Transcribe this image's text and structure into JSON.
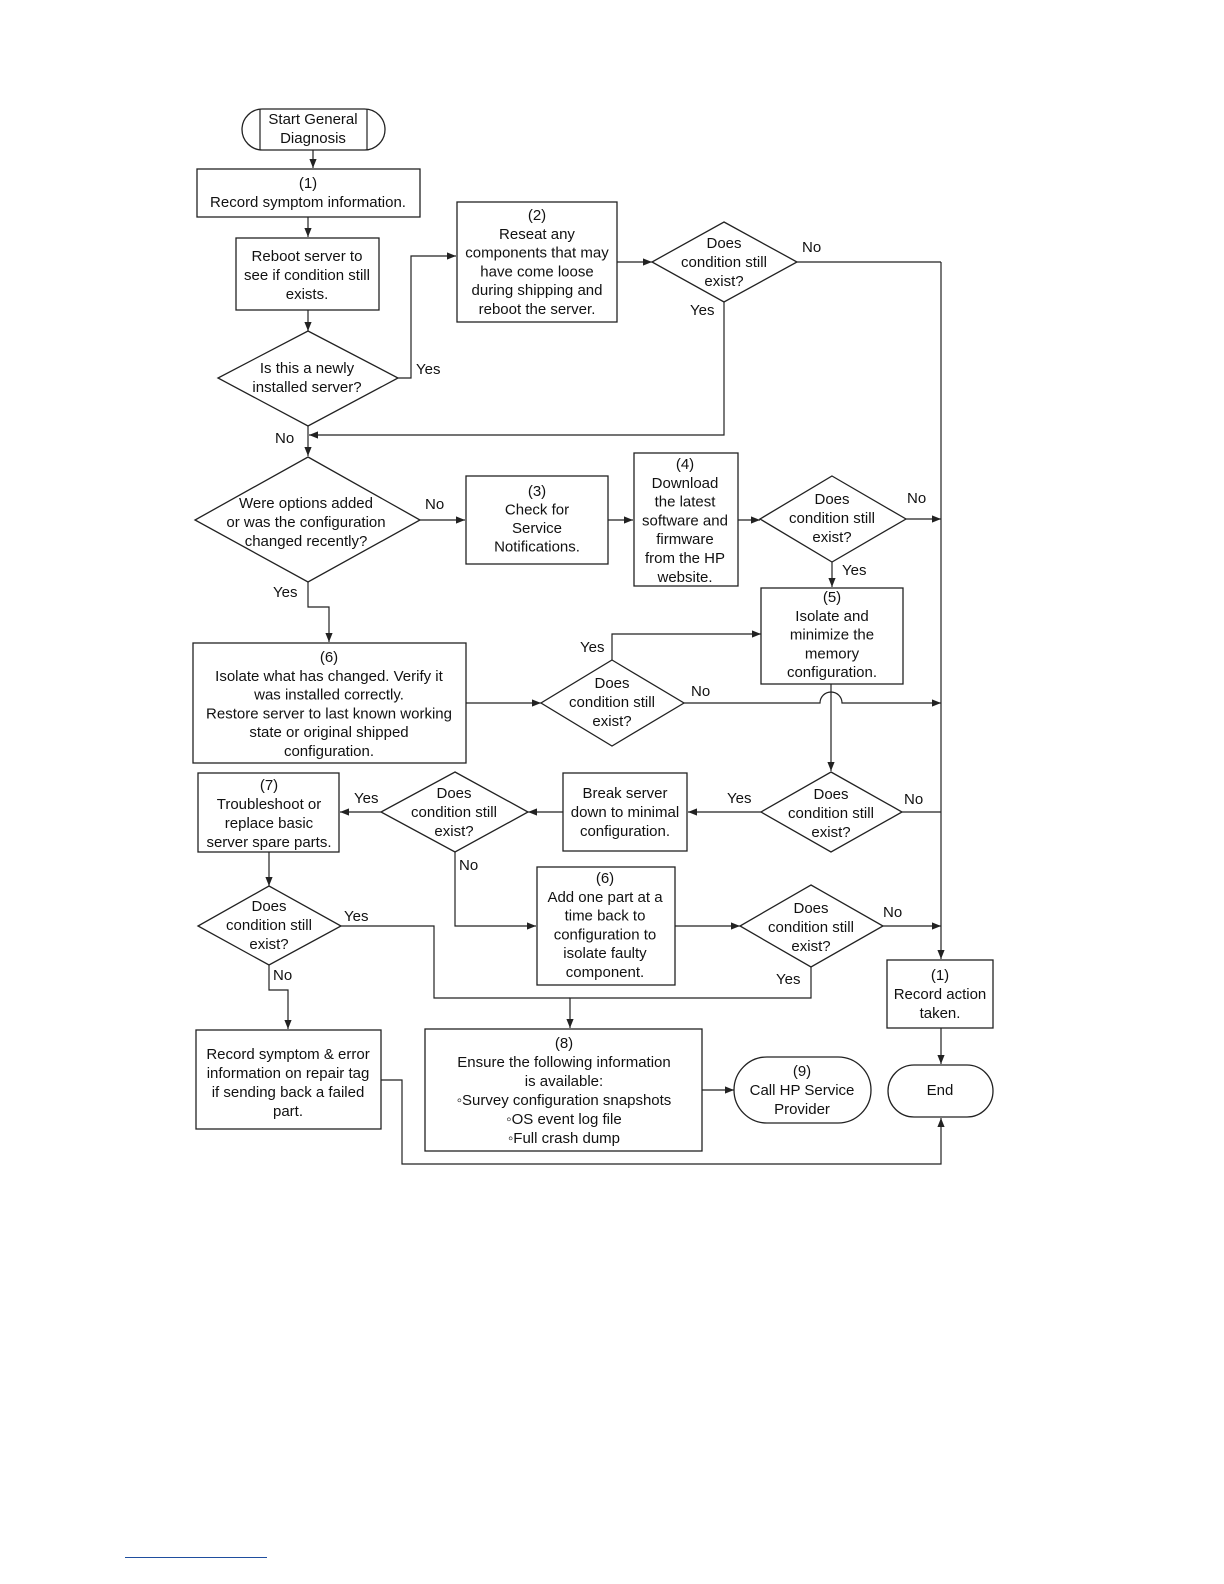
{
  "nodes": {
    "start": {
      "lines": [
        "Start General",
        "Diagnosis"
      ]
    },
    "record1": {
      "lines": [
        "(1)",
        "Record symptom information."
      ]
    },
    "reboot": {
      "lines": [
        "Reboot server to",
        "see if condition still",
        "exists."
      ]
    },
    "newly": {
      "lines": [
        "Is this a newly",
        "installed server?"
      ]
    },
    "reseat": {
      "lines": [
        "(2)",
        "Reseat any",
        "components that may",
        "have come loose",
        "during shipping and",
        "reboot the server."
      ]
    },
    "dA": {
      "lines": [
        "Does",
        "condition still",
        "exist?"
      ]
    },
    "options": {
      "lines": [
        "Were options added",
        "or was the configuration",
        "changed recently?"
      ]
    },
    "check": {
      "lines": [
        "(3)",
        "Check for",
        "Service",
        "Notifications."
      ]
    },
    "download": {
      "lines": [
        "(4)",
        "Download",
        "the latest",
        "software and",
        "firmware",
        "from the HP",
        "website."
      ]
    },
    "dB": {
      "lines": [
        "Does",
        "condition still",
        "exist?"
      ]
    },
    "isolateMem": {
      "lines": [
        "(5)",
        "Isolate and",
        "minimize the",
        "memory",
        "configuration."
      ]
    },
    "isolate6": {
      "lines": [
        "(6)",
        "Isolate what has changed. Verify it",
        "was installed correctly.",
        "Restore server to last known working",
        "state or original shipped",
        "configuration."
      ]
    },
    "dC": {
      "lines": [
        "Does",
        "condition still",
        "exist?"
      ]
    },
    "dD": {
      "lines": [
        "Does",
        "condition still",
        "exist?"
      ]
    },
    "breakDown": {
      "lines": [
        "Break server",
        "down to minimal",
        "configuration."
      ]
    },
    "dE": {
      "lines": [
        "Does",
        "condition still",
        "exist?"
      ]
    },
    "trouble": {
      "lines": [
        "(7)",
        "Troubleshoot or",
        "replace basic",
        "server spare parts."
      ]
    },
    "dF": {
      "lines": [
        "Does",
        "condition still",
        "exist?"
      ]
    },
    "addPart": {
      "lines": [
        "(6)",
        "Add one part at a",
        "time back to",
        "configuration to",
        "isolate faulty",
        "component."
      ]
    },
    "dG": {
      "lines": [
        "Does",
        "condition still",
        "exist?"
      ]
    },
    "recordAction": {
      "lines": [
        "(1)",
        "Record action",
        "taken."
      ]
    },
    "recordError": {
      "lines": [
        "Record symptom & error",
        "information on repair tag",
        "if sending back a failed",
        "part."
      ]
    },
    "ensure": {
      "lines": [
        "(8)",
        "Ensure the following information",
        "is available:",
        "◦Survey configuration snapshots",
        "◦OS event log file",
        "◦Full crash dump"
      ]
    },
    "callHP": {
      "lines": [
        "(9)",
        "Call HP Service",
        "Provider"
      ]
    },
    "end": {
      "lines": [
        "End"
      ]
    }
  },
  "edge_labels": {
    "newly_yes": "Yes",
    "newly_no": "No",
    "dA_no": "No",
    "dA_yes": "Yes",
    "options_no": "No",
    "options_yes": "Yes",
    "dB_no": "No",
    "dB_yes": "Yes",
    "dC_yes": "Yes",
    "dC_no": "No",
    "dD_yes": "Yes",
    "dD_no": "No",
    "dE_yes": "Yes",
    "dE_no": "No",
    "dF_yes": "Yes",
    "dF_no": "No",
    "dG_no": "No",
    "dG_yes": "Yes"
  }
}
